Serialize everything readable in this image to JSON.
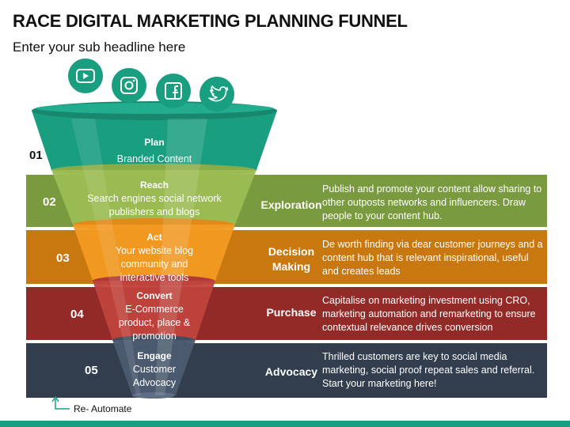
{
  "title": "RACE DIGITAL MARKETING PLANNING FUNNEL",
  "subtitle": "Enter your sub headline here",
  "colors": {
    "teal": "#1a9e80",
    "green": "#7a9a3f",
    "orange": "#c8780f",
    "red": "#922b28",
    "navy": "#323e4d"
  },
  "icons": [
    "youtube-icon",
    "instagram-icon",
    "facebook-icon",
    "twitter-icon"
  ],
  "stages": [
    {
      "num": "01",
      "title": "Plan",
      "text": "Branded Content"
    },
    {
      "num": "02",
      "title": "Reach",
      "text": "Search engines social network publishers and blogs",
      "label": "Exploration",
      "desc": "Publish and promote your content allow sharing to other outposts networks and influencers. Draw people to your content hub."
    },
    {
      "num": "03",
      "title": "Act",
      "text": "Your website blog community and interactive tools",
      "label": "Decision Making",
      "desc": "De worth finding via dear customer journeys and a content hub that is relevant inspirational, useful and creates leads"
    },
    {
      "num": "04",
      "title": "Convert",
      "text": "E-Commerce product, place & promotion",
      "label": "Purchase",
      "desc": "Capitalise on marketing investment using CRO, marketing automation and remarketing to ensure contextual relevance drives conversion"
    },
    {
      "num": "05",
      "title": "Engage",
      "text": "Customer Advocacy",
      "label": "Advocacy",
      "desc": "Thrilled customers are key to social media marketing, social proof repeat sales and referral. Start your marketing here!"
    }
  ],
  "footer": {
    "reautomate": "Re- Automate"
  }
}
